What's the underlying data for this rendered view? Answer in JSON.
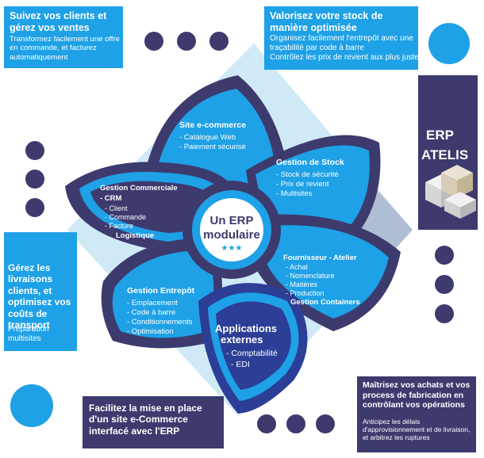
{
  "colors": {
    "navy": "#3d3a6e",
    "blue": "#1ea1e6",
    "light_blue": "#a8d7f1",
    "dark_blue": "#2c3e96"
  },
  "boxes": {
    "top_left": {
      "title": "Suivez vos clients et gérez vos ventes",
      "text": "Transformez facilement une offre en commande, et facturez automatiquement"
    },
    "top_right": {
      "title": "Valorisez votre stock de manière optimisée",
      "lines": [
        "Organisez facilement l'entrepôt avec une",
        "traçabilité par code à barre",
        "Contrôlez les prix de revient aux plus justes"
      ]
    },
    "left": {
      "title": "Gérez les livraisons clients, et optimisez vos coûts de transport",
      "lines": [
        "Préparation",
        "multisites"
      ]
    },
    "right": {
      "title_line1": "ERP",
      "title_line2": "ATELIS",
      "icon": "boxes-icon"
    },
    "bottom_center": {
      "title": "Facilitez la mise en place d'un site e-Commerce interfacé avec l'ERP"
    },
    "bottom_right": {
      "title": "Maîtrisez vos achats et vos process de fabrication en contrôlant vos opérations",
      "text": "Anticipez les délais d'approvisionnement et de livraison, et arbitrez les ruptures"
    }
  },
  "center": {
    "line1": "Un ERP",
    "line2": "modulaire",
    "stars": "★★★"
  },
  "petals": {
    "site": {
      "title": "Site e-commerce",
      "items": [
        "- Catalogue Web",
        "- Paiement sécurisé"
      ]
    },
    "stock": {
      "title": "Gestion de Stock",
      "items": [
        "- Stock de sécurité",
        "- Prix de revient",
        "- Multisites"
      ]
    },
    "commerciale": {
      "title": "Gestion Commerciale",
      "sub": "- CRM",
      "items": [
        "- Client",
        "- Commande",
        "- Facture"
      ],
      "footer": "Logistique"
    },
    "fournisseur": {
      "title": "Fournisseur - Atelier",
      "items": [
        "- Achat",
        "- Nomenclature",
        "- Matières",
        "- Production"
      ],
      "footer": "Gestion Containers"
    },
    "entrepot": {
      "title": "Gestion Entrepôt",
      "items": [
        "- Emplacement",
        "- Code à barre",
        "- Conditionnements",
        "- Optimisation"
      ]
    },
    "applications": {
      "title_line1": "Applications",
      "title_line2": "externes",
      "items": [
        "- Comptabilité",
        "- EDI"
      ]
    }
  }
}
